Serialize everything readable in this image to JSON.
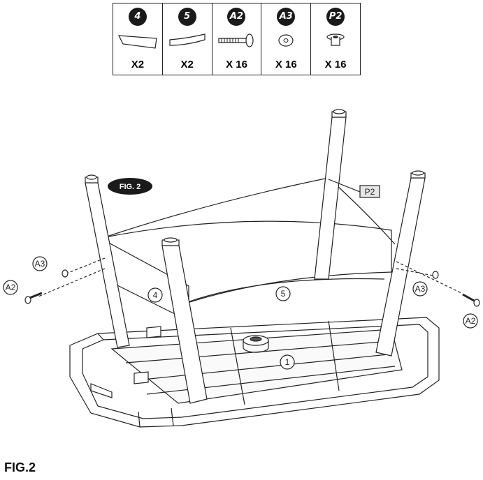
{
  "parts": [
    {
      "id": "4",
      "qty": "X2",
      "icon": "curved-panel-icon"
    },
    {
      "id": "5",
      "qty": "X2",
      "icon": "curved-panel-icon"
    },
    {
      "id": "A2",
      "qty": "X 16",
      "icon": "bolt-icon"
    },
    {
      "id": "A3",
      "qty": "X 16",
      "icon": "washer-icon"
    },
    {
      "id": "P2",
      "qty": "X 16",
      "icon": "tee-nut-icon"
    }
  ],
  "callouts": {
    "fig_badge": "FIG. 2",
    "p2": "P2",
    "a3_left": "A3",
    "a2_left": "A2",
    "a3_right": "A3",
    "a2_right": "A2",
    "part_4": "4",
    "part_5": "5",
    "part_1": "1"
  },
  "figure_label": "FIG.2"
}
